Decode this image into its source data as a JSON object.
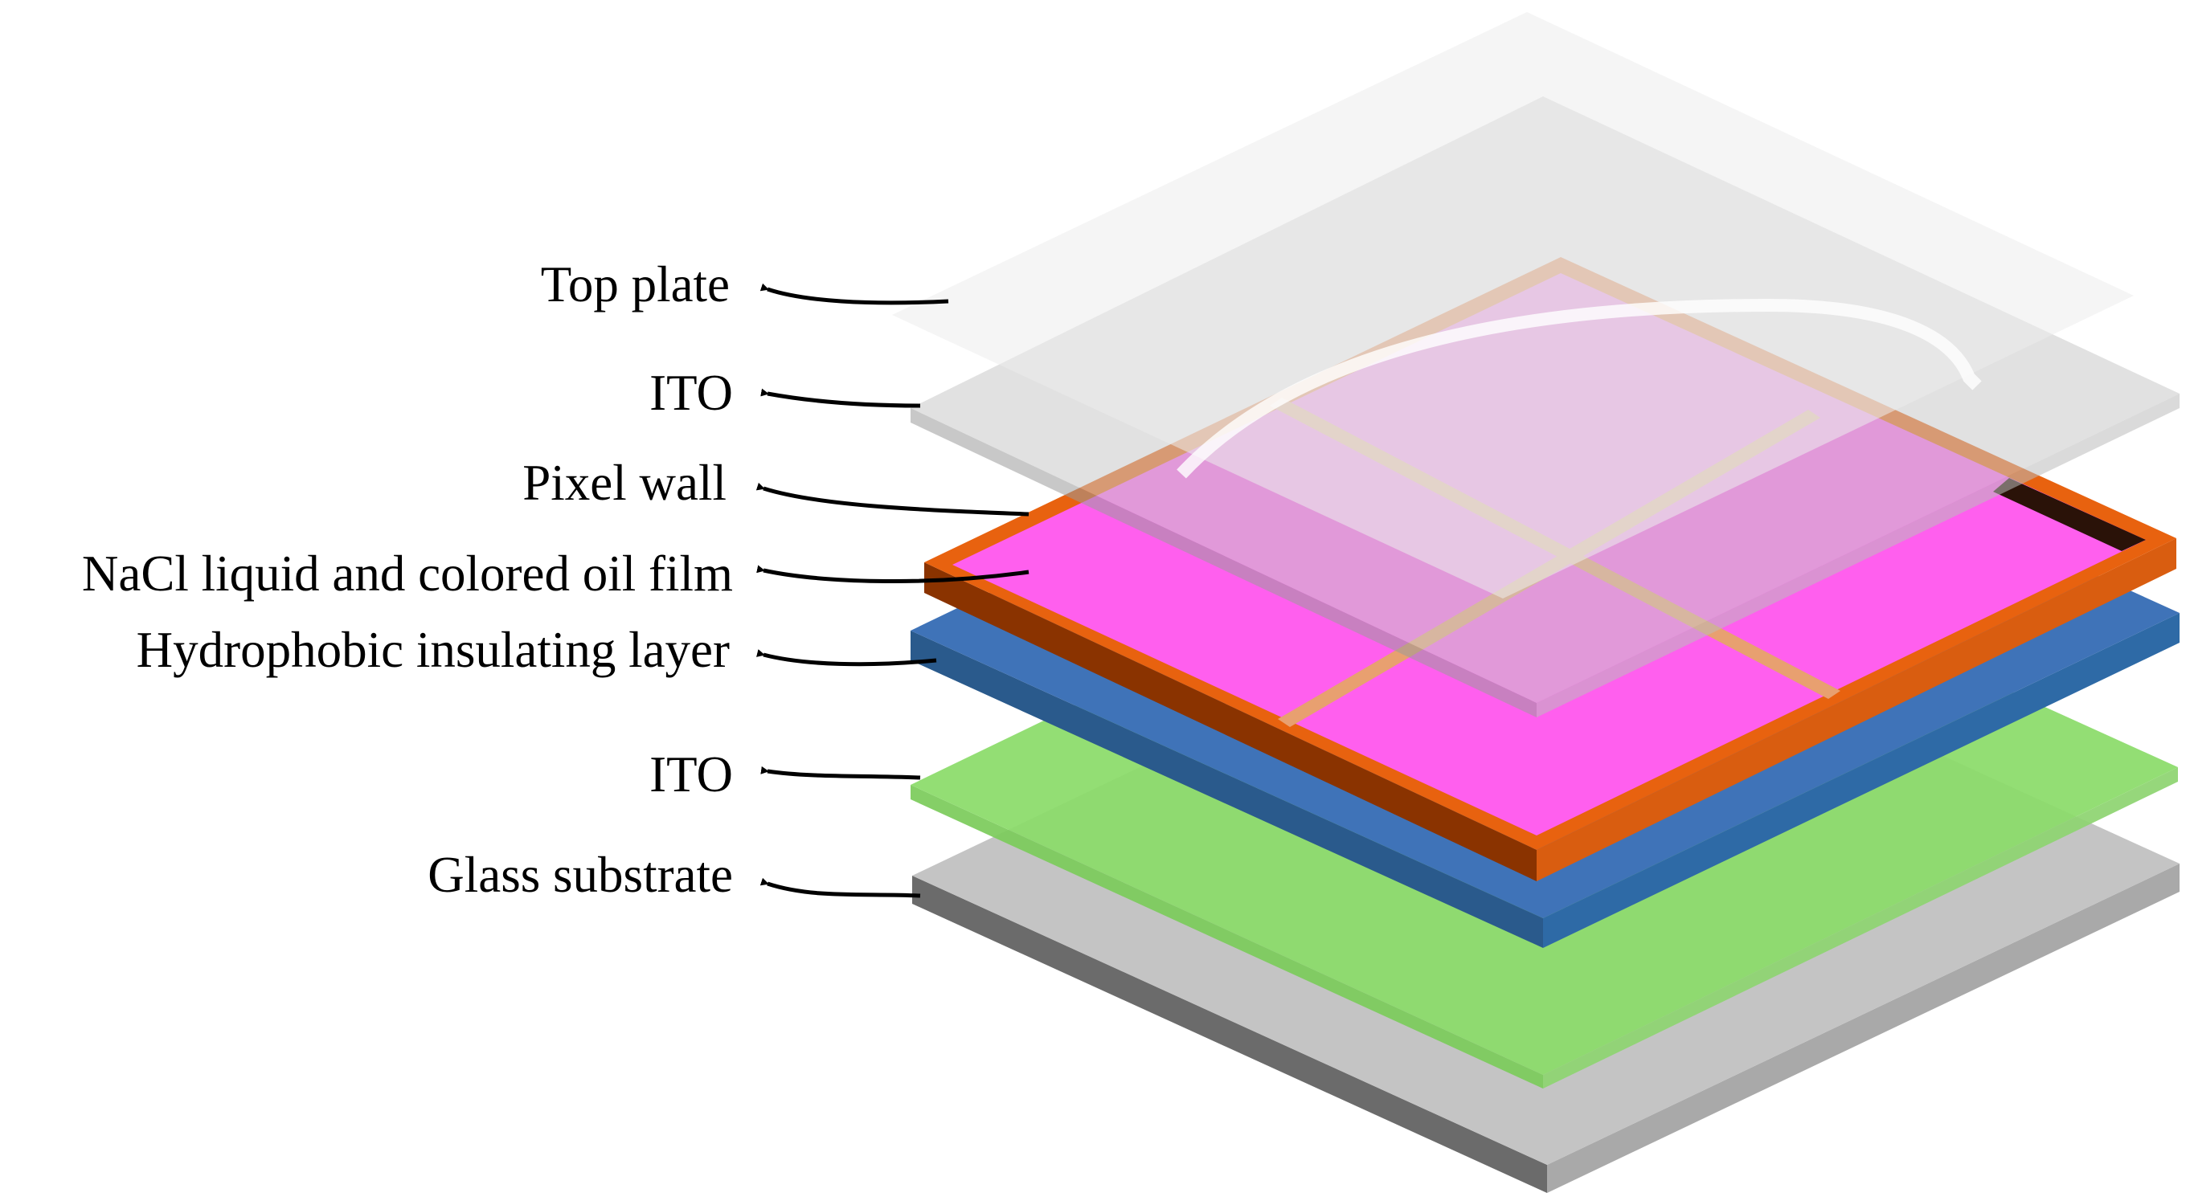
{
  "labels": {
    "top_plate": "Top plate",
    "ito_top": "ITO",
    "pixel_wall": "Pixel wall",
    "liquid_oil": "NaCl liquid and colored oil film",
    "hydrophobic": "Hydrophobic insulating layer",
    "ito_bottom": "ITO",
    "glass": "Glass substrate"
  },
  "colors": {
    "glass_top": "#c4c4c4",
    "glass_side_left": "#6b6b6b",
    "glass_side_right": "#a9a9a9",
    "ito_bottom_top": "#8bdc6a",
    "ito_bottom_side": "#7ccc5c",
    "hydrophobic_top": "#3f73b8",
    "hydrophobic_side_left": "#2a5a8c",
    "hydrophobic_side_right": "#2e6aa6",
    "oil_film": "#ff5fee",
    "pixel_wall_top": "#e8620f",
    "pixel_wall_side_left": "#8a3300",
    "pixel_wall_side_right": "#d95d10",
    "ito_top_plate": "#d0d0d0",
    "top_plate": "#eeeeee",
    "arrow": "#000000"
  }
}
